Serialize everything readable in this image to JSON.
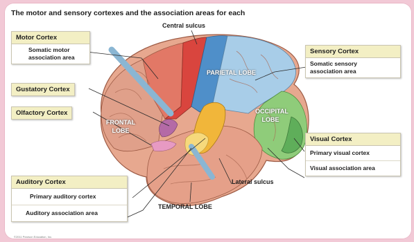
{
  "title": "The motor and sensory cortexes and the association areas for each",
  "labels": {
    "central_sulcus": "Central sulcus",
    "parietal_lobe": "PARIETAL LOBE",
    "occipital_lobe": "OCCIPITAL LOBE",
    "frontal_lobe": "FRONTAL LOBE",
    "lateral_sulcus": "Lateral sulcus",
    "temporal_lobe": "TEMPORAL LOBE"
  },
  "boxes": {
    "motor": {
      "heading": "Motor Cortex",
      "items": [
        "Somatic motor association area"
      ]
    },
    "gustatory": {
      "heading": "Gustatory Cortex"
    },
    "olfactory": {
      "heading": "Olfactory Cortex"
    },
    "sensory": {
      "heading": "Sensory Cortex",
      "items": [
        "Somatic sensory association area"
      ]
    },
    "visual": {
      "heading": "Visual Cortex",
      "items": [
        "Primary visual cortex",
        "Visual association area"
      ]
    },
    "auditory": {
      "heading": "Auditory Cortex",
      "items": [
        "Primary auditory cortex",
        "Auditory association area"
      ]
    }
  },
  "copyright": "©2011 Pearson Education, Inc.",
  "colors": {
    "motor_cortex": "#d9453e",
    "sensory_cortex": "#6fa8d6",
    "parietal_association": "#a8cde8",
    "visual_cortex": "#5fae5a",
    "auditory_cortex": "#f1b63a",
    "brain_base": "#e7a88f",
    "header_fill": "#f3efc4",
    "background": "#f2c9d6"
  }
}
